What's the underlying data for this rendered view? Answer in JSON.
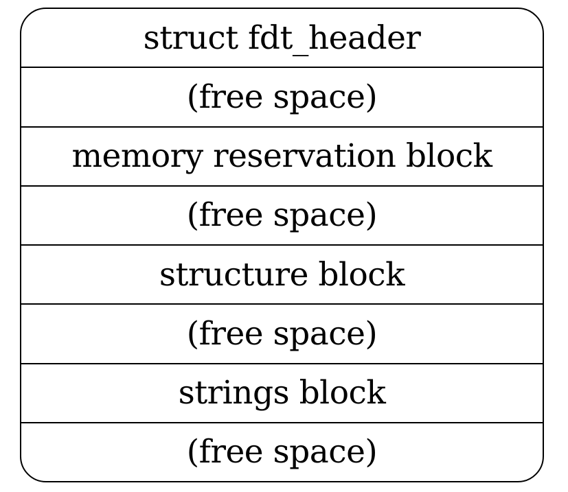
{
  "diagram": {
    "blocks": [
      {
        "label": "struct fdt_header"
      },
      {
        "label": "(free space)"
      },
      {
        "label": "memory reservation block"
      },
      {
        "label": "(free space)"
      },
      {
        "label": "structure block"
      },
      {
        "label": "(free space)"
      },
      {
        "label": "strings block"
      },
      {
        "label": "(free space)"
      }
    ]
  }
}
